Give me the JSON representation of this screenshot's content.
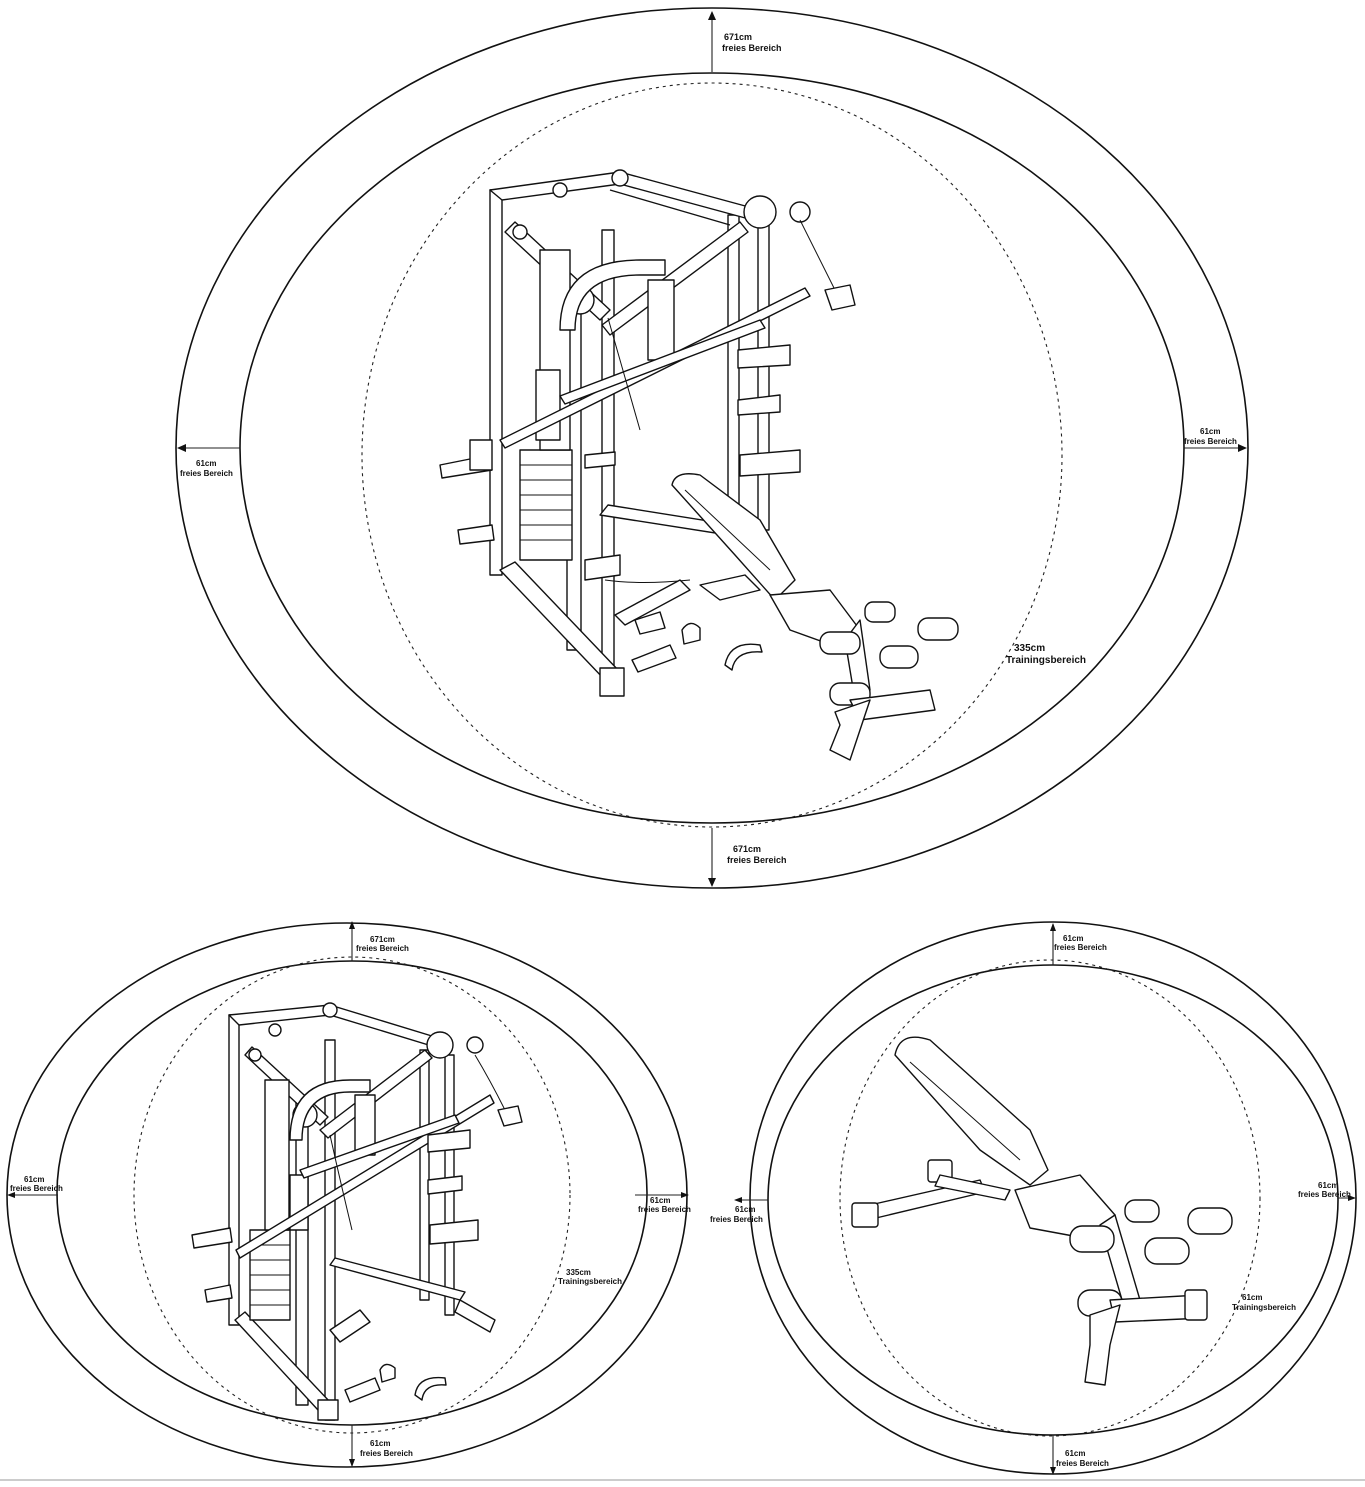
{
  "diagrams": [
    {
      "id": "full-setup",
      "labels": {
        "top_value": "671cm",
        "top_text": "freies Bereich",
        "bottom_value": "671cm",
        "bottom_text": "freies Bereich",
        "left_value": "61cm",
        "left_text": "freies Bereich",
        "right_value": "61cm",
        "right_text": "freies Bereich",
        "training_value": "335cm",
        "training_text": "Trainingsbereich"
      }
    },
    {
      "id": "rack-only",
      "labels": {
        "top_value": "671cm",
        "top_text": "freies Bereich",
        "bottom_value": "61cm",
        "bottom_text": "freies Bereich",
        "left_value": "61cm",
        "left_text": "freies Bereich",
        "right_value": "61cm",
        "right_text": "freies Bereich",
        "training_value": "335cm",
        "training_text": "Trainingsbereich"
      }
    },
    {
      "id": "bench-only",
      "labels": {
        "top_value": "61cm",
        "top_text": "freies Bereich",
        "bottom_value": "61cm",
        "bottom_text": "freies Bereich",
        "left_value": "61cm",
        "left_text": "freies Bereich",
        "right_value": "61cm",
        "right_text": "freies Bereich",
        "training_value": "61cm",
        "training_text": "Trainingsbereich"
      }
    }
  ],
  "colors": {
    "line": "#111111",
    "background": "#ffffff"
  },
  "icons": [
    "power-rack-illustration",
    "weight-bench-illustration",
    "dimension-arrow"
  ]
}
